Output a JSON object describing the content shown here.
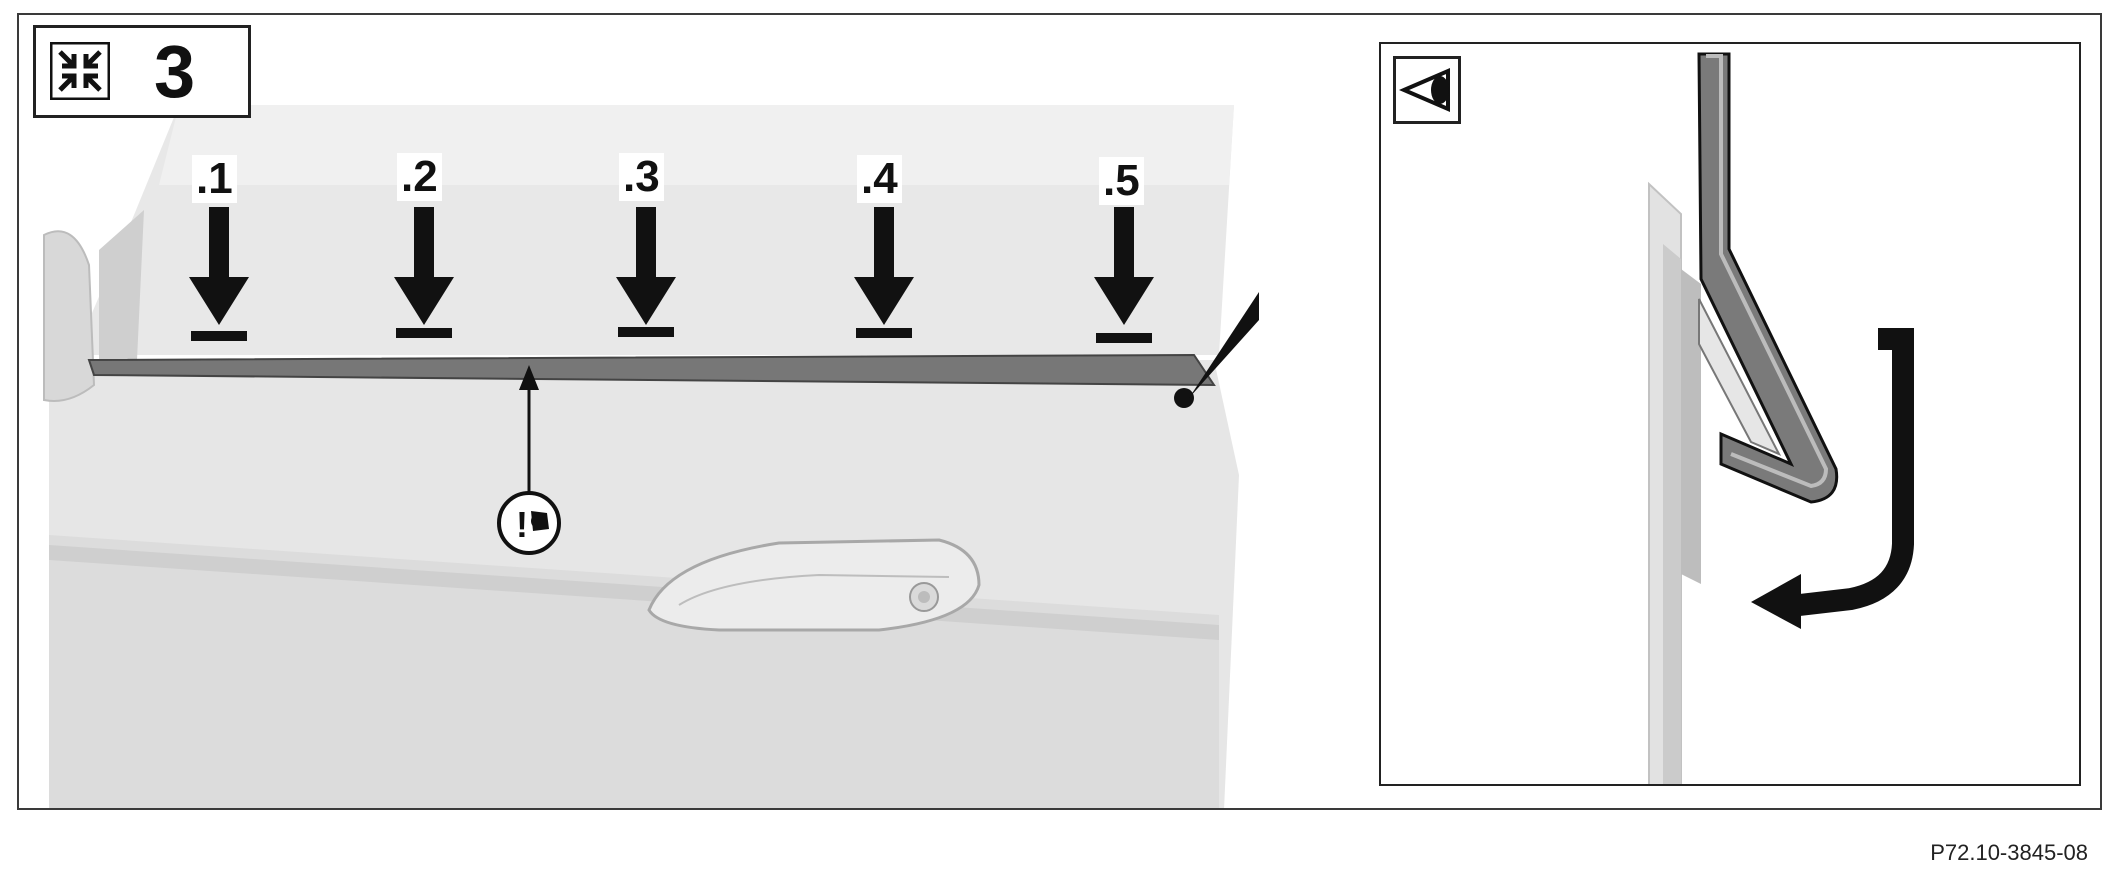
{
  "step": {
    "number": "3",
    "icon": "compress-arrows-icon"
  },
  "clip_positions": [
    ".1",
    ".2",
    ".3",
    ".4",
    ".5"
  ],
  "callout": {
    "icon": "warning-attention-icon"
  },
  "detail_view": {
    "icon": "eye-view-icon"
  },
  "reference": "P72.10-3845-08",
  "colors": {
    "line": "#111111",
    "panel": "#e9e9e9",
    "trim": "#666666"
  }
}
